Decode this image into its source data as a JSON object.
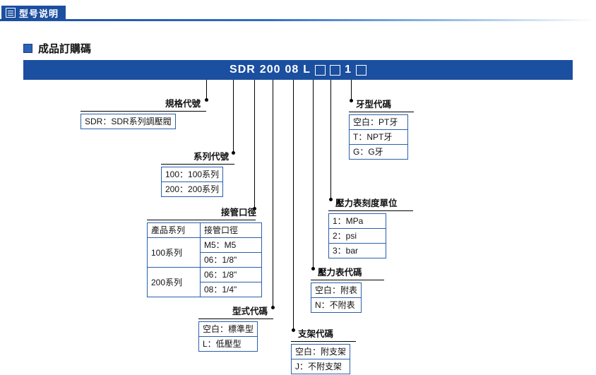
{
  "header": {
    "tab_label": "型号说明",
    "tab_icon": "list-icon"
  },
  "section": {
    "title": "成品訂購碼",
    "bullet_icon": "square-bullet-icon"
  },
  "code_bar": {
    "parts": [
      "SDR",
      "200",
      "08",
      "L"
    ],
    "boxes": 2,
    "digit": "1",
    "trailing_boxes": 1,
    "full_text": "SDR 200 08 L □ □ 1 □"
  },
  "callouts": {
    "spec": {
      "caption": "規格代號",
      "rows": [
        [
          "SDR：SDR系列調壓閥"
        ]
      ]
    },
    "series": {
      "caption": "系列代號",
      "rows": [
        [
          "100：100系列"
        ],
        [
          "200：200系列"
        ]
      ]
    },
    "port": {
      "caption": "接管口徑",
      "header": [
        "產品系列",
        "接管口徑"
      ],
      "rows": [
        [
          "100系列",
          "M5：M5"
        ],
        [
          "",
          "06：1/8\""
        ],
        [
          "200系列",
          "06：1/8\""
        ],
        [
          "",
          "08：1/4\""
        ]
      ]
    },
    "type": {
      "caption": "型式代碼",
      "rows": [
        [
          "空白：標準型"
        ],
        [
          "L：低壓型"
        ]
      ]
    },
    "bracket": {
      "caption": "支架代碼",
      "rows": [
        [
          "空白：附支架"
        ],
        [
          "J：不附支架"
        ]
      ]
    },
    "gauge": {
      "caption": "壓力表代碼",
      "rows": [
        [
          "空白：附表"
        ],
        [
          "N：不附表"
        ]
      ]
    },
    "unit": {
      "caption": "壓力表刻度單位",
      "rows": [
        [
          "1：MPa"
        ],
        [
          "2：psi"
        ],
        [
          "3：bar"
        ]
      ]
    },
    "thread": {
      "caption": "牙型代碼",
      "rows": [
        [
          "空白：PT牙"
        ],
        [
          "T：NPT牙"
        ],
        [
          "G：G牙"
        ]
      ]
    }
  },
  "colors": {
    "brand_blue": "#1b4fa0",
    "table_border": "#2b5fa8",
    "text": "#111111"
  }
}
